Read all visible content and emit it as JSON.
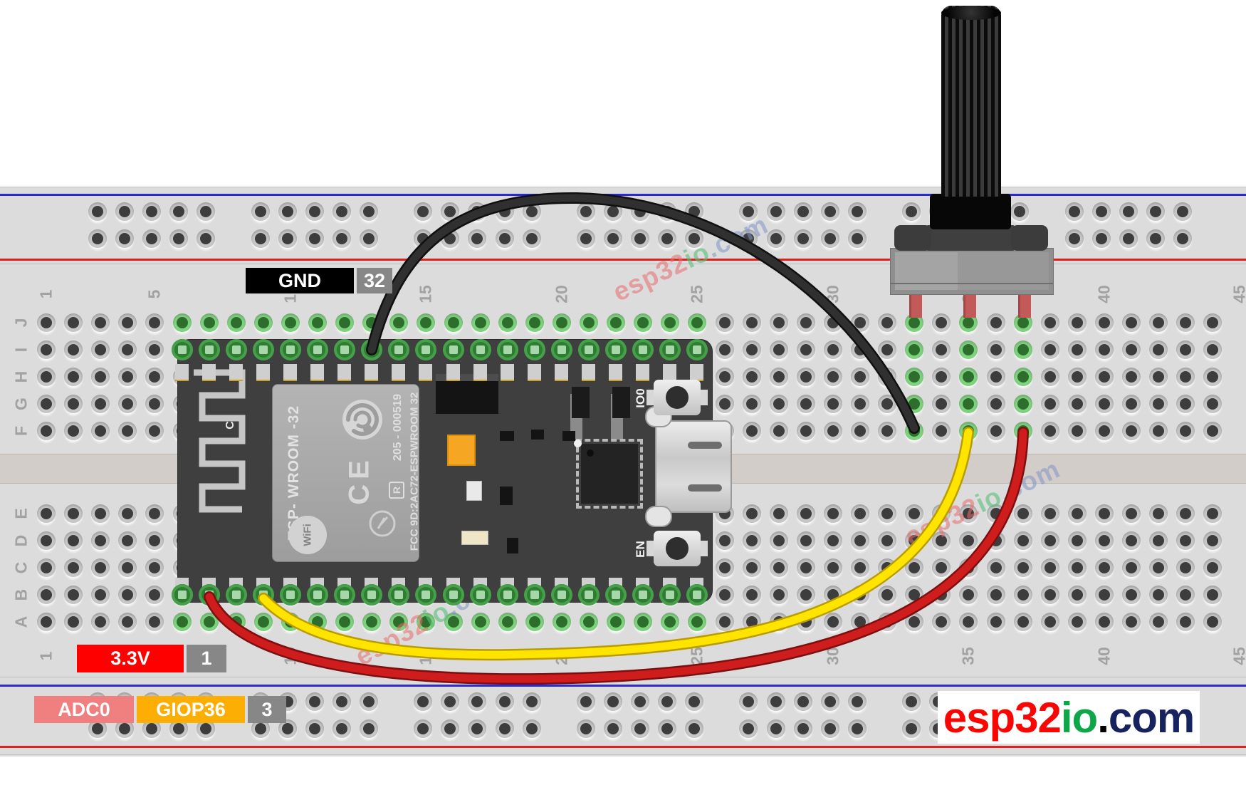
{
  "badges": {
    "gnd": {
      "label": "GND",
      "pin": "32",
      "label_bg": "#000000",
      "label_fg": "#ffffff",
      "pin_bg": "#878787"
    },
    "power": {
      "label": "3.3V",
      "pin": "1",
      "label_bg": "#ff0000",
      "label_fg": "#ffffff",
      "pin_bg": "#878787"
    },
    "adc": {
      "adc_label": "ADC0",
      "adc_bg": "#f08080",
      "gpio_label": "GIOP36",
      "gpio_bg": "#fcae05",
      "pin": "3",
      "pin_bg": "#878787"
    }
  },
  "logo": {
    "part1": "esp32",
    "part1_color": "#fb0503",
    "part2": "io",
    "part2_color": "#0fa64a",
    "part3": ".",
    "part3_color": "#000000",
    "part4": "com",
    "part4_color": "#16235f"
  },
  "watermark": {
    "text": "esp32io.com",
    "part1": "esp32",
    "part1_color": "rgba(232,108,108,0.55)",
    "part2": "io",
    "part2_color": "rgba(86,190,120,0.6)",
    "part3": ".com",
    "part3_color": "rgba(128,148,198,0.55)"
  },
  "breadboard": {
    "row_letters_top": [
      "J",
      "I",
      "H",
      "G",
      "F"
    ],
    "row_letters_bottom": [
      "E",
      "D",
      "C",
      "B",
      "A"
    ],
    "column_numbers": [
      "1",
      "5",
      "10",
      "15",
      "20",
      "25",
      "30",
      "35",
      "40",
      "45"
    ],
    "rail_blue": "#2a2ad0",
    "rail_red": "#e02020"
  },
  "board_texts": {
    "module": "ESP- WROOM -32",
    "fcc": "FCC  9D:2AC72-ESPWROOM 32",
    "serial": "205 - 000519",
    "r_mark": "R",
    "ce_mark": "CE",
    "c_mark": "C",
    "io0": "IO0",
    "en": "EN",
    "wifi": "WiFi"
  },
  "components": {
    "breadboard": "full-size solderless breadboard",
    "esp32_board": "ESP32-WROOM-32 dev board",
    "potentiometer": "rotary potentiometer",
    "wires": [
      {
        "name": "gnd-wire",
        "color": "#303030",
        "outline": "#101010",
        "from": "esp32-top-header-pin",
        "to": "column-33-row-F"
      },
      {
        "name": "signal-wire",
        "color": "#ffe400",
        "outline": "#b99c00",
        "from": "esp32-bottom-header-pin",
        "to": "column-35-row-F"
      },
      {
        "name": "power-wire",
        "color": "#cf1d1d",
        "outline": "#7c1010",
        "from": "esp32-bottom-header-pin",
        "to": "column-37-row-F"
      }
    ]
  }
}
